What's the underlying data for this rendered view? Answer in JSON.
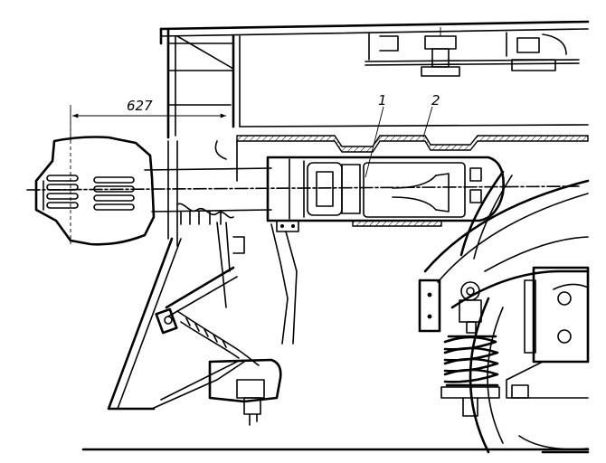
{
  "figure": {
    "dimension_label": "627",
    "callouts": [
      "1",
      "2"
    ],
    "colors": {
      "ink": "#000000",
      "paper": "#ffffff"
    }
  }
}
